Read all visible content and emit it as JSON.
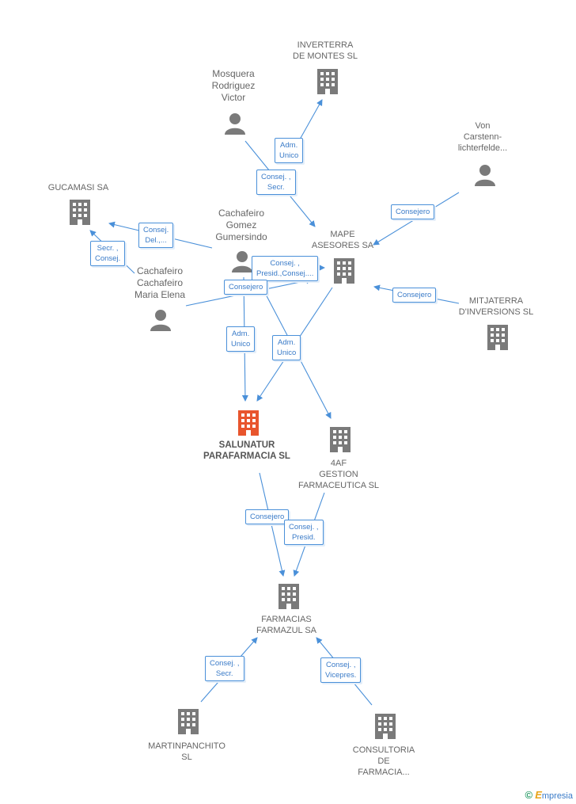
{
  "nodes": {
    "inverterra": {
      "label": "INVERTERRA\nDE MONTES  SL"
    },
    "mosquera": {
      "label": "Mosquera\nRodriguez\nVictor"
    },
    "von": {
      "label": "Von\nCarstenn-\nlichterfelde..."
    },
    "gucamasi": {
      "label": "GUCAMASI SA"
    },
    "cachafeiro_gomez": {
      "label": "Cachafeiro\nGomez\nGumersindo"
    },
    "mape": {
      "label": "MAPE\nASESORES SA"
    },
    "cachafeiro_maria": {
      "label": "Cachafeiro\nCachafeiro\nMaria Elena"
    },
    "mitjaterra": {
      "label": "MITJATERRA\nD'INVERSIONS SL"
    },
    "salunatur": {
      "label": "SALUNATUR\nPARAFARMACIA SL"
    },
    "af4": {
      "label": "4AF\nGESTION\nFARMACEUTICA SL"
    },
    "farmacias": {
      "label": "FARMACIAS\nFARMAZUL SA"
    },
    "martinpanchito": {
      "label": "MARTINPANCHITO\nSL"
    },
    "consultoria": {
      "label": "CONSULTORIA\nDE\nFARMACIA..."
    }
  },
  "edges": {
    "e_adm_inverterra": "Adm.\nUnico",
    "e_mosq_secr": "Consej. ,\nSecr.",
    "e_von_mape": "Consejero",
    "e_gucamasi_del": "Consej.\nDel.,...",
    "e_gucamasi_secr": "Secr. ,\nConsej.",
    "e_cg_mape": "Consej. ,\nPresid.,Consej....",
    "e_maria_consejero": "Consejero",
    "e_mitja_mape": "Consejero",
    "e_adm_salunatur": "Adm.\nUnico",
    "e_adm_mape_salunatur": "Adm.\nUnico",
    "e_sal_farm": "Consejero",
    "e_af_farm": "Consej. ,\nPresid.",
    "e_martin_farm": "Consej. ,\nSecr.",
    "e_consult_farm": "Consej. ,\nVicepres."
  },
  "colors": {
    "edge": "#4a90d9",
    "node": "#7a7a7a",
    "highlight": "#e8552d"
  },
  "footer": {
    "copyright": "©",
    "brand_initial": "E",
    "brand_rest": "mpresia"
  }
}
